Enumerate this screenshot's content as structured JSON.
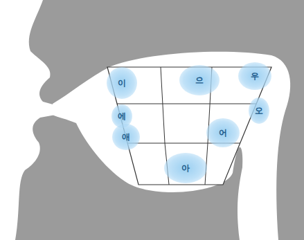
{
  "diagram": {
    "nodes": [
      {
        "text": [
          "이"
        ]
      },
      {
        "text": [
          "으"
        ]
      },
      {
        "text": [
          "우"
        ]
      },
      {
        "text": [
          "에"
        ]
      },
      {
        "text": [
          "오"
        ]
      },
      {
        "text": [
          "애"
        ]
      },
      {
        "text": [
          "어"
        ]
      },
      {
        "text": [
          "아"
        ]
      }
    ]
  }
}
